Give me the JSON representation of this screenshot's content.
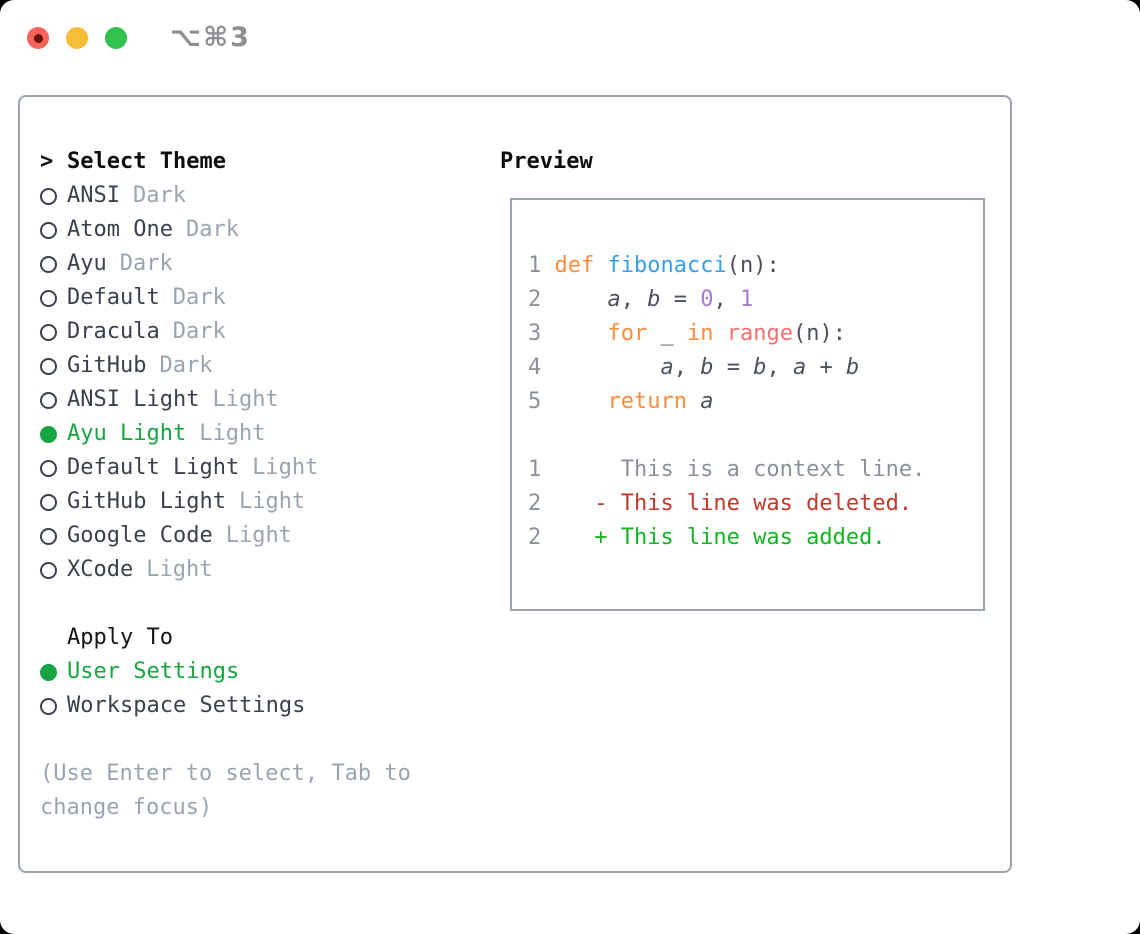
{
  "window": {
    "title": "⌥⌘3",
    "controls": [
      {
        "name": "close-button",
        "icon": "red-circle-with-dot"
      },
      {
        "name": "minimize-button",
        "icon": "yellow-circle"
      },
      {
        "name": "zoom-button",
        "icon": "green-circle"
      }
    ]
  },
  "theme_picker": {
    "prefix": ">",
    "heading": "Select Theme",
    "items": [
      {
        "name": "ANSI",
        "variant": "Dark",
        "selected": false
      },
      {
        "name": "Atom One",
        "variant": "Dark",
        "selected": false
      },
      {
        "name": "Ayu",
        "variant": "Dark",
        "selected": false
      },
      {
        "name": "Default",
        "variant": "Dark",
        "selected": false
      },
      {
        "name": "Dracula",
        "variant": "Dark",
        "selected": false
      },
      {
        "name": "GitHub",
        "variant": "Dark",
        "selected": false
      },
      {
        "name": "ANSI Light",
        "variant": "Light",
        "selected": false
      },
      {
        "name": "Ayu Light",
        "variant": "Light",
        "selected": true
      },
      {
        "name": "Default Light",
        "variant": "Light",
        "selected": false
      },
      {
        "name": "GitHub Light",
        "variant": "Light",
        "selected": false
      },
      {
        "name": "Google Code",
        "variant": "Light",
        "selected": false
      },
      {
        "name": "XCode",
        "variant": "Light",
        "selected": false
      }
    ]
  },
  "apply_to": {
    "heading": "Apply To",
    "options": [
      {
        "label": "User Settings",
        "selected": true
      },
      {
        "label": "Workspace Settings",
        "selected": false
      }
    ]
  },
  "help_text": "(Use Enter to select, Tab to change focus)",
  "preview": {
    "heading": "Preview",
    "lines": [
      {
        "num": "1",
        "tokens": [
          [
            "def",
            "keyword"
          ],
          [
            " ",
            "fg"
          ],
          [
            "fibonacci",
            "function"
          ],
          [
            "(n):",
            "fg"
          ]
        ]
      },
      {
        "num": "2",
        "tokens": [
          [
            "    ",
            "fg"
          ],
          [
            "a",
            "var"
          ],
          [
            ", ",
            "fg"
          ],
          [
            "b",
            "var"
          ],
          [
            " = ",
            "fg"
          ],
          [
            "0",
            "constant"
          ],
          [
            ", ",
            "fg"
          ],
          [
            "1",
            "constant"
          ]
        ]
      },
      {
        "num": "3",
        "tokens": [
          [
            "    ",
            "fg"
          ],
          [
            "for",
            "keyword"
          ],
          [
            " _ ",
            "fg"
          ],
          [
            "in",
            "keyword"
          ],
          [
            " ",
            "fg"
          ],
          [
            "range",
            "call"
          ],
          [
            "(n):",
            "fg"
          ]
        ]
      },
      {
        "num": "4",
        "tokens": [
          [
            "        ",
            "fg"
          ],
          [
            "a",
            "var"
          ],
          [
            ", ",
            "fg"
          ],
          [
            "b",
            "var"
          ],
          [
            " = ",
            "fg"
          ],
          [
            "b",
            "var"
          ],
          [
            ", ",
            "fg"
          ],
          [
            "a",
            "var"
          ],
          [
            " + ",
            "fg"
          ],
          [
            "b",
            "var"
          ]
        ]
      },
      {
        "num": "5",
        "tokens": [
          [
            "    ",
            "fg"
          ],
          [
            "return",
            "keyword"
          ],
          [
            " ",
            "fg"
          ],
          [
            "a",
            "var"
          ]
        ]
      },
      {
        "num": "",
        "tokens": []
      },
      {
        "num": "1",
        "tokens": [
          [
            "     This is a context line.",
            "context"
          ]
        ]
      },
      {
        "num": "2",
        "tokens": [
          [
            "   - This line was deleted.",
            "deleted"
          ]
        ]
      },
      {
        "num": "2",
        "tokens": [
          [
            "   + This line was added.",
            "added"
          ]
        ]
      }
    ]
  },
  "colors": {
    "syntax": {
      "keyword": "#fa8d3e",
      "function": "#399ee6",
      "constant": "#a37acc",
      "call": "#f07171",
      "fg": "#4a515c",
      "var": "#4a515c",
      "context": "#8a9199",
      "deleted": "#c0392b",
      "added": "#13b421"
    },
    "ui": {
      "selected_green": "#16a542",
      "dim_text": "#9aa4b0",
      "item_text": "#3a414d",
      "heading_text": "#0d0d0d",
      "border": "#9aa3ad",
      "line_number": "#8a9199",
      "traffic_red": "#f4645a",
      "traffic_yellow": "#f8bd36",
      "traffic_green": "#30c14e"
    }
  }
}
